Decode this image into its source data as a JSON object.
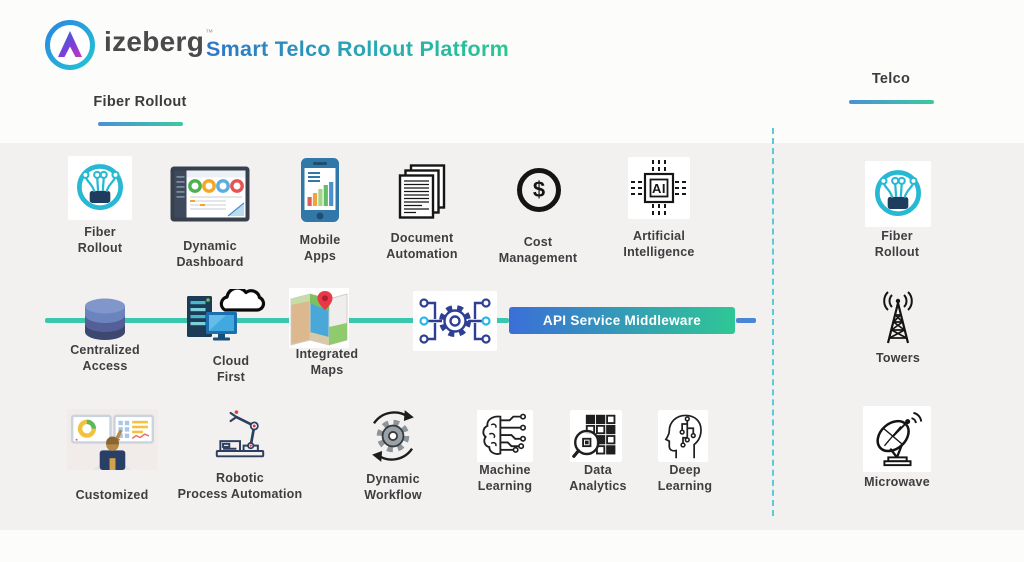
{
  "header": {
    "brand": "izeberg",
    "trademark": "™",
    "title": "Smart Telco Rollout Platform"
  },
  "tabs": {
    "fiber_rollout": "Fiber Rollout",
    "telco": "Telco"
  },
  "colors": {
    "accent_teal_line": "#3bc7ad",
    "accent_blue": "#2e74c8",
    "banner_gradient_start": "#3a6fd8",
    "banner_gradient_end": "#2fc795",
    "dashed_divider": "#5ac9d8",
    "label_text": "#3e3e40"
  },
  "row1": {
    "items": [
      {
        "label": "Fiber\nRollout",
        "icon": "fiber-optic-icon"
      },
      {
        "label": "Dynamic\nDashboard",
        "icon": "dashboard-laptop-icon"
      },
      {
        "label": "Mobile\nApps",
        "icon": "smartphone-chart-icon"
      },
      {
        "label": "Document\nAutomation",
        "icon": "documents-stack-icon"
      },
      {
        "label": "Cost\nManagement",
        "icon": "dollar-circle-icon",
        "glyph": "$"
      },
      {
        "label": "Artificial\nIntelligence",
        "icon": "ai-chip-icon",
        "glyph": "AI"
      }
    ]
  },
  "row2": {
    "items": [
      {
        "label": "Centralized\nAccess",
        "icon": "database-icon"
      },
      {
        "label": "Cloud\nFirst",
        "icon": "server-cloud-icon"
      },
      {
        "label": "Integrated\nMaps",
        "icon": "map-pin-icon"
      },
      {
        "label": "",
        "icon": "api-integration-gear-icon"
      }
    ],
    "banner": "API Service Middleware"
  },
  "row3": {
    "items": [
      {
        "label": "Customized",
        "icon": "person-workstation-icon"
      },
      {
        "label": "Robotic\nProcess Automation",
        "icon": "robotic-arm-icon"
      },
      {
        "label": "Dynamic\nWorkflow",
        "icon": "gear-cycle-icon"
      },
      {
        "label": "Machine\nLearning",
        "icon": "brain-circuit-icon"
      },
      {
        "label": "Data\nAnalytics",
        "icon": "magnifier-grid-icon"
      },
      {
        "label": "Deep\nLearning",
        "icon": "head-circuit-icon"
      }
    ]
  },
  "telco_column": {
    "items": [
      {
        "label": "Fiber\nRollout",
        "icon": "fiber-optic-icon"
      },
      {
        "label": "Towers",
        "icon": "radio-tower-icon"
      },
      {
        "label": "Microwave",
        "icon": "satellite-dish-icon"
      }
    ]
  }
}
